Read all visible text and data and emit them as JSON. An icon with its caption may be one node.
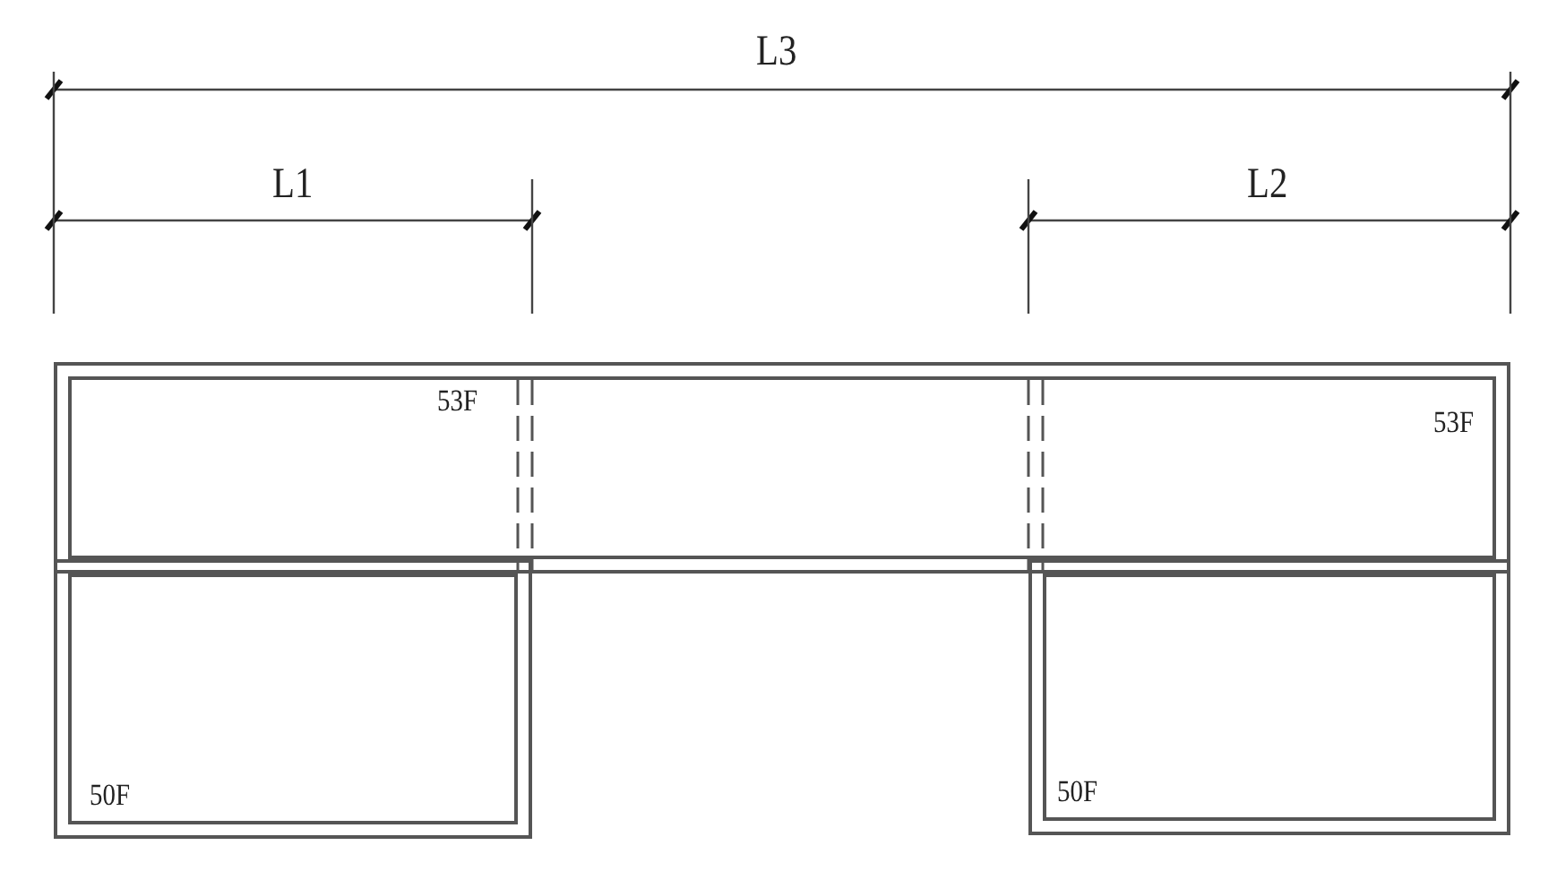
{
  "diagram": {
    "nodes": [
      {
        "text": [
          "53F",
          "53F"
        ]
      },
      {
        "text": [
          "50F"
        ]
      },
      {
        "text": [
          "50F"
        ]
      }
    ],
    "labels": [
      "L3",
      "L1",
      "L2"
    ]
  }
}
